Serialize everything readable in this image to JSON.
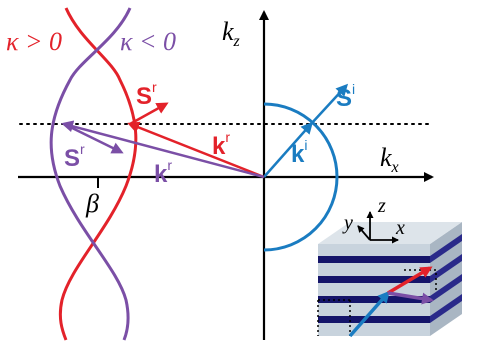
{
  "colors": {
    "red": "#e3222a",
    "purple": "#7b4fa6",
    "blue": "#1a7cc1",
    "black": "#000000",
    "slab_light": "#c8d3dd",
    "slab_dark": "#15156a"
  },
  "labels": {
    "kappa_pos": "κ > 0",
    "kappa_neg": "κ < 0",
    "kz": "k",
    "kz_sub": "z",
    "kx": "k",
    "kx_sub": "x",
    "S_i": "S",
    "S_i_sup": "i",
    "k_i": "k",
    "k_i_sup": "i",
    "S_r_red": "S",
    "S_r_red_sup": "r",
    "k_r_red": "k",
    "k_r_red_sup": "r",
    "S_r_purple": "S",
    "S_r_purple_sup": "r",
    "k_r_purple": "k",
    "k_r_purple_sup": "r",
    "beta": "β",
    "inset_y": "y",
    "inset_z": "z",
    "inset_x": "x"
  }
}
